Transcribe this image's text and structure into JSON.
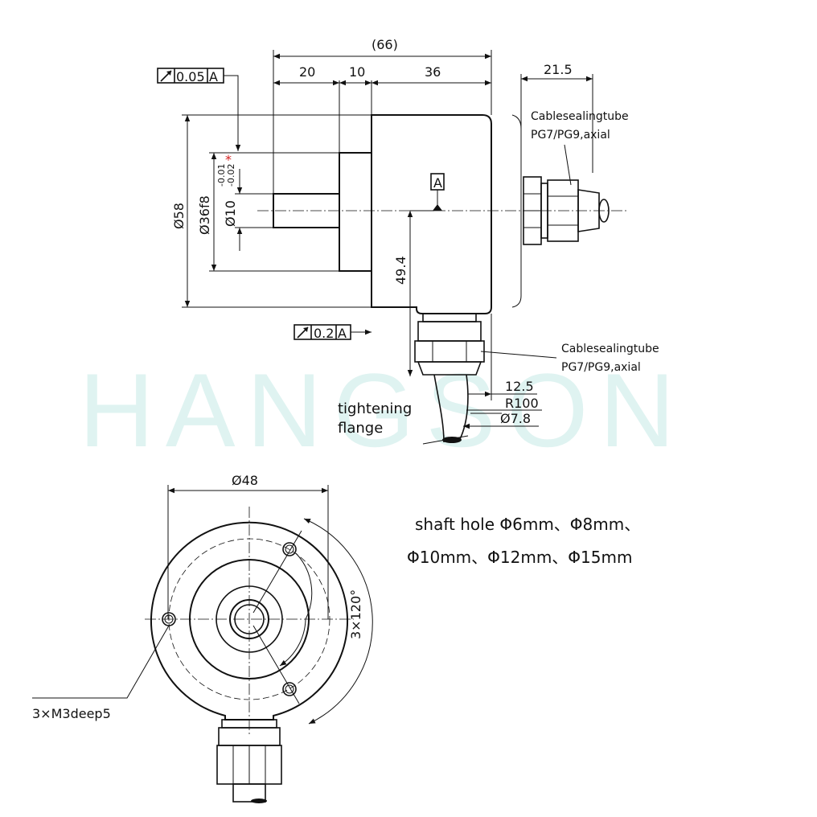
{
  "watermark": "HANGSON",
  "side_view": {
    "dimensions": {
      "overall_length": "(66)",
      "shaft_length": "20",
      "flange_length": "10",
      "body_length": "36",
      "cable_tube_length": "21.5",
      "body_diameter": "Ø58",
      "spigot_diameter": "Ø36f8",
      "shaft_diameter": "Ø10",
      "shaft_tol_upper": "-0.01",
      "shaft_tol_lower": "-0.02",
      "cable_height": "49.4",
      "cable_offset": "12.5",
      "bend_radius": "R100",
      "cable_diameter": "Ø7.8"
    },
    "tolerances": {
      "runout_top_value": "0.05",
      "runout_top_datum": "A",
      "runout_bottom_value": "0.2",
      "runout_bottom_datum": "A",
      "datum_label": "A",
      "marker": "*"
    },
    "labels": {
      "axial_tube_line1": "Cablesealingtube",
      "axial_tube_line2": "PG7/PG9,axial",
      "radial_tube_line1": "Cablesealingtube",
      "radial_tube_line2": "PG7/PG9,axial",
      "flange_line1": "tightening",
      "flange_line2": "flange"
    }
  },
  "front_view": {
    "pitch_diameter": "Ø48",
    "angle_label": "3×120°",
    "holes_label": "3×M3deep5"
  },
  "notes": {
    "shaft_hole_line1": "shaft hole Φ6mm、Φ8mm、",
    "shaft_hole_line2": "Φ10mm、Φ12mm、Φ15mm"
  }
}
